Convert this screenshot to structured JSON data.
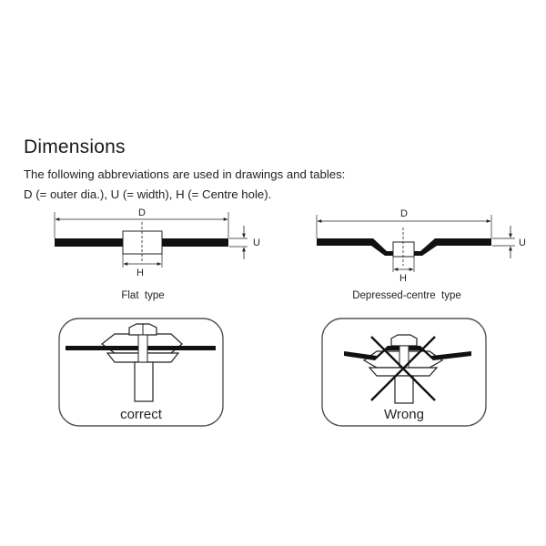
{
  "heading": "Dimensions",
  "intro": {
    "line1": "The following abbreviations are used in drawings and tables:",
    "line2": "D (= outer dia.), U (= width), H (= Centre hole)."
  },
  "flat": {
    "label_D": "D",
    "label_U": "U",
    "label_H": "H",
    "caption": "Flat  type"
  },
  "depressed": {
    "label_D": "D",
    "label_U": "U",
    "label_H": "H",
    "caption": "Depressed-centre  type"
  },
  "mount_correct": {
    "caption": "correct"
  },
  "mount_wrong": {
    "caption": "Wrong"
  },
  "colors": {
    "ink": "#1a1a1a",
    "disc": "#111111",
    "panel_border": "#555555"
  }
}
